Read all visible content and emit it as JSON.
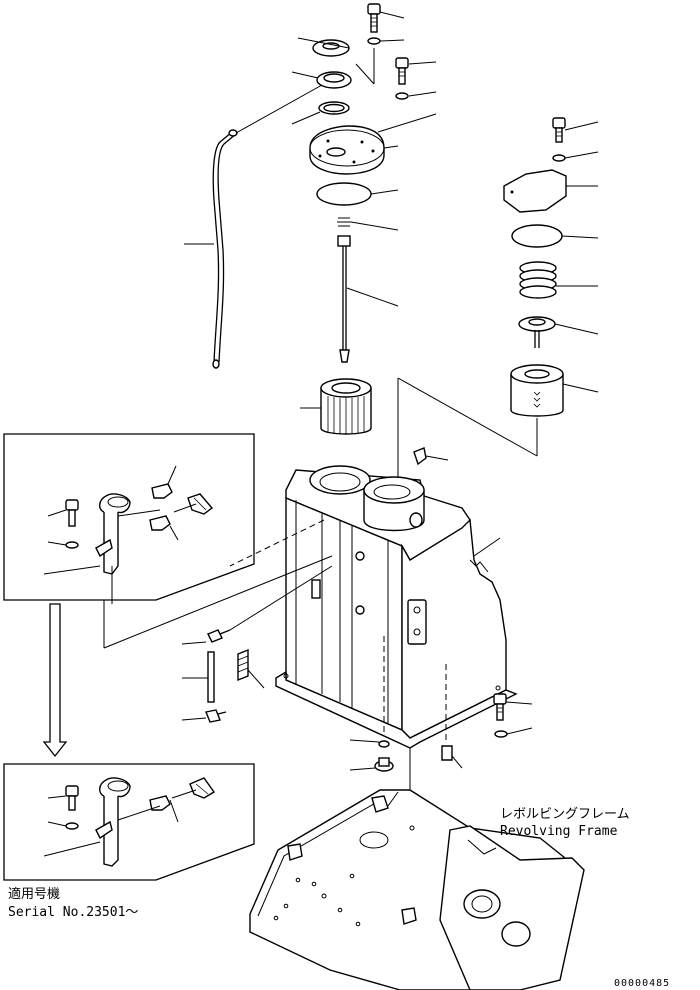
{
  "labels": {
    "revolving_frame_jp": "レボルビングフレーム",
    "revolving_frame_en": "Revolving Frame",
    "serial_jp": "適用号機",
    "serial_en": "Serial No.23501～",
    "drawing_number": "00000485"
  }
}
